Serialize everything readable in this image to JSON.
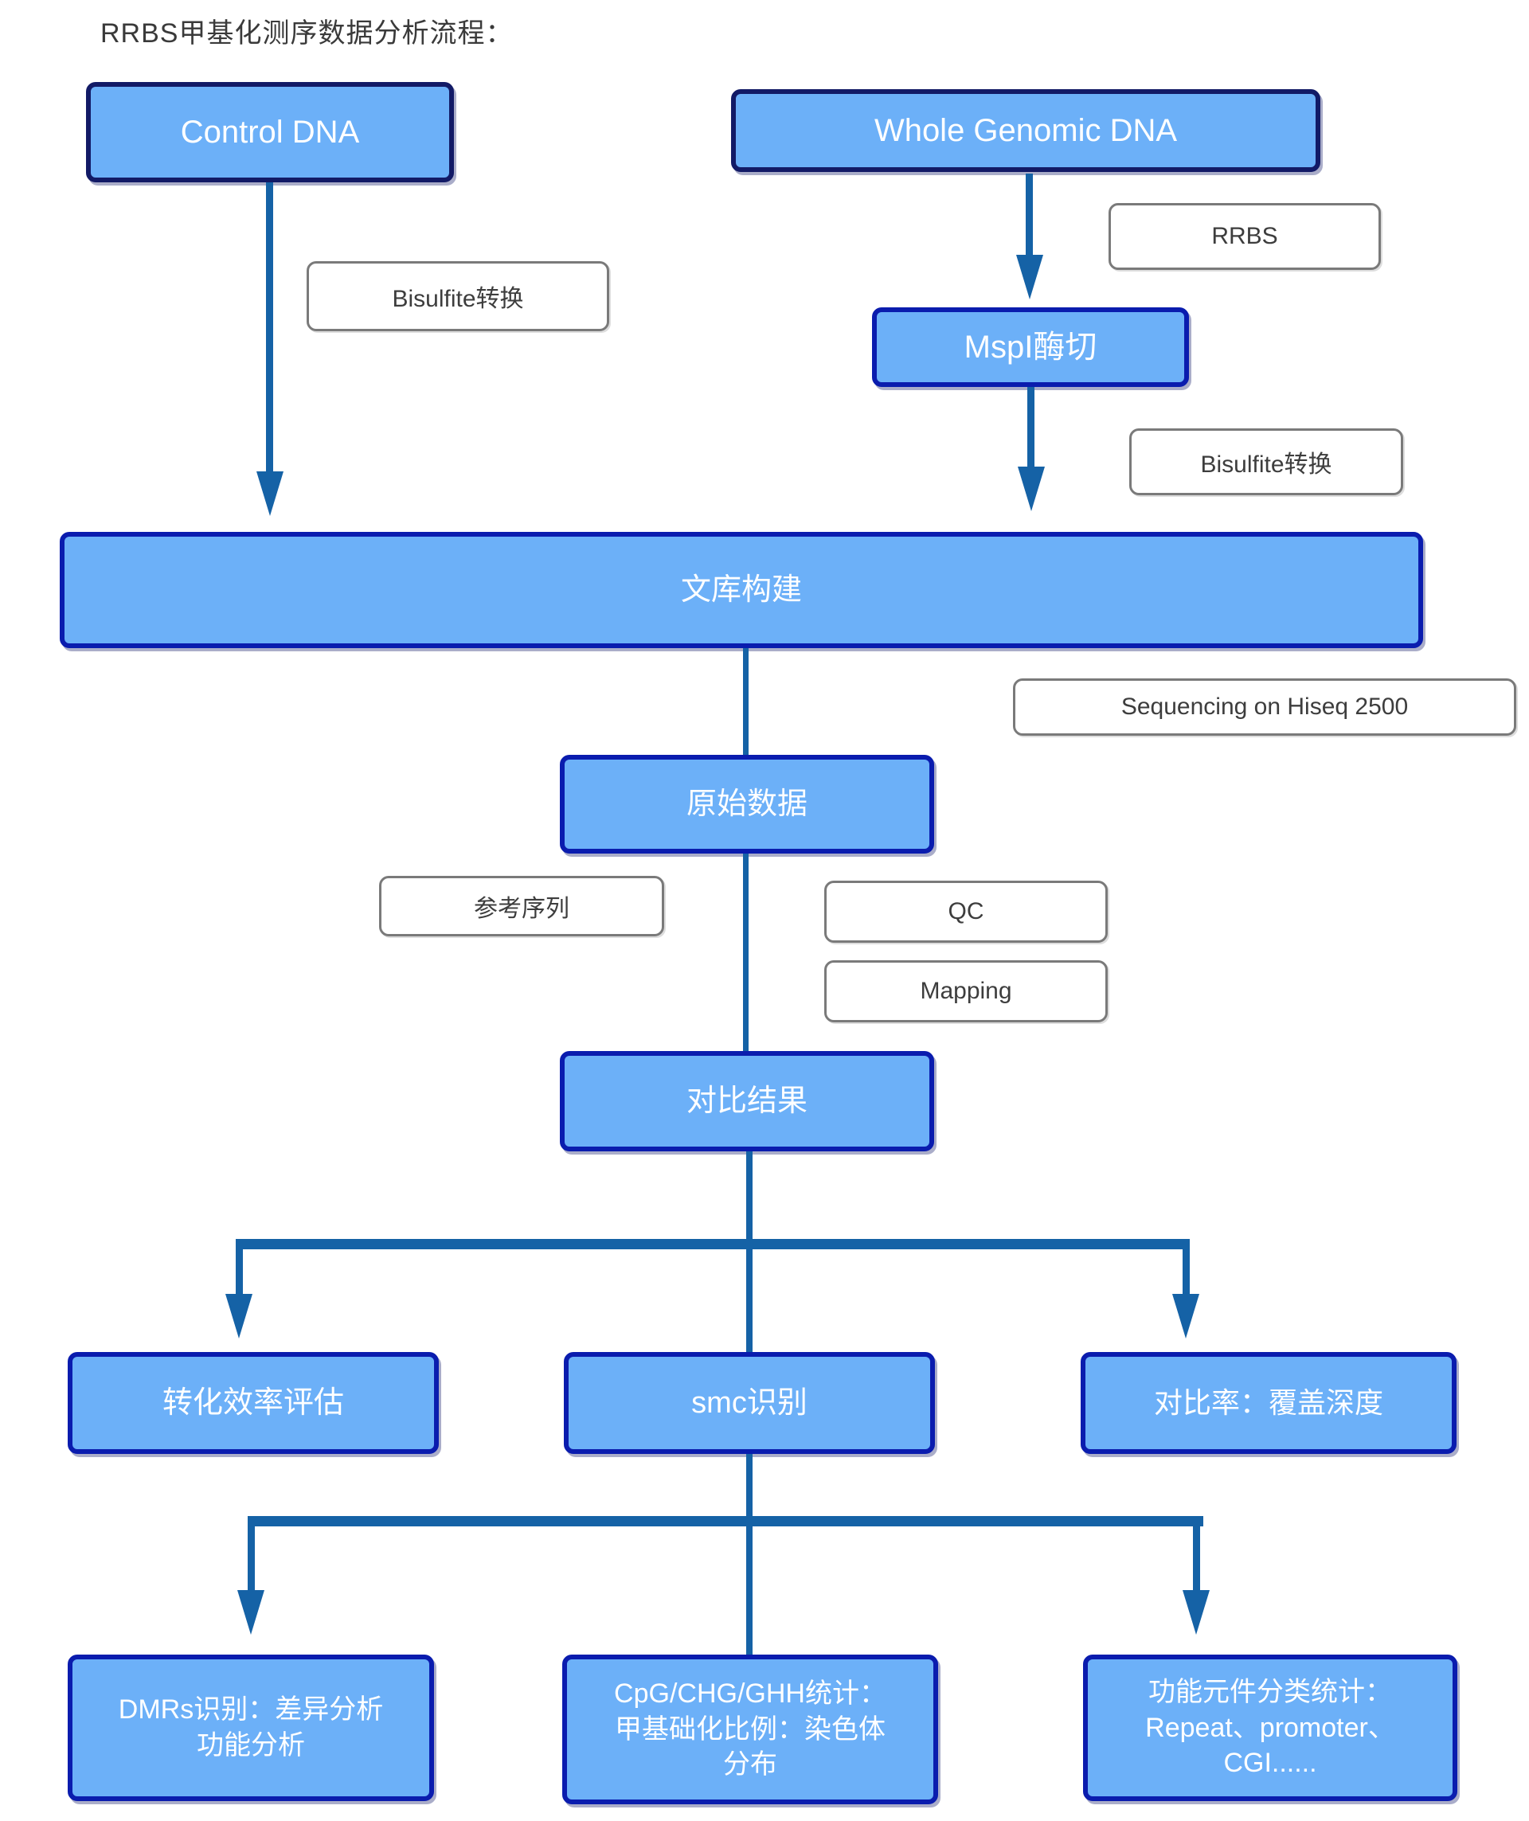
{
  "title": "RRBS甲基化测序数据分析流程：",
  "palette": {
    "node_fill": "#6CB0F8",
    "node_border": "#0A1CAE",
    "node_border_dark": "#121A66",
    "connector": "#1562A6",
    "label_border": "#7A7A7A",
    "label_text": "#3D3D3D",
    "node_text": "#FFFFFF",
    "title_text": "#3A3A3A"
  },
  "nodes": {
    "control_dna": {
      "label": "Control DNA"
    },
    "whole_genomic_dna": {
      "label": "Whole Genomic DNA"
    },
    "mspi_digestion": {
      "label": "MspI酶切"
    },
    "library_construction": {
      "label": "文库构建"
    },
    "raw_data": {
      "label": "原始数据"
    },
    "alignment_result": {
      "label": "对比结果"
    },
    "conversion_efficiency": {
      "label": "转化效率评估"
    },
    "smc_identification": {
      "label": "smc识别"
    },
    "alignment_rate": {
      "label": "对比率：覆盖深度"
    },
    "dmrs": {
      "lines": [
        "DMRs识别：差异分析",
        "功能分析"
      ]
    },
    "cpg_stats": {
      "lines": [
        "CpG/CHG/GHH统计：",
        "甲基础化比例：染色体",
        "分布"
      ]
    },
    "functional_elements": {
      "lines": [
        "功能元件分类统计：",
        "Repeat、promoter、",
        "CGI......"
      ]
    }
  },
  "step_labels": {
    "bisulfite_left": "Bisulfite转换",
    "rrbs": "RRBS",
    "bisulfite_right": "Bisulfite转换",
    "sequencing": "Sequencing on Hiseq 2500",
    "reference": "参考序列",
    "qc": "QC",
    "mapping": "Mapping"
  }
}
